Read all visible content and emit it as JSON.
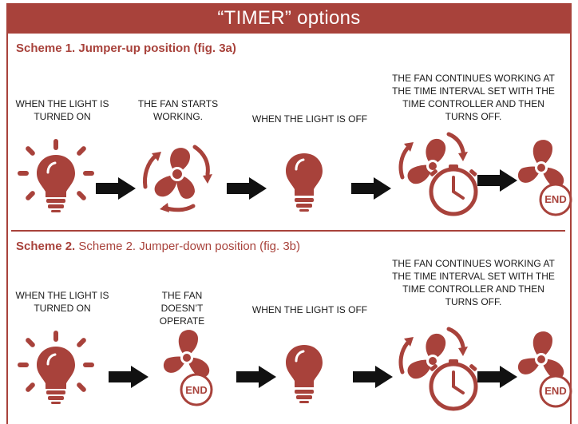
{
  "title": "“TIMER” options",
  "colors": {
    "accent": "#a8423b",
    "arrow": "#111111"
  },
  "scheme1": {
    "label": "Scheme 1. Jumper-up position (fig. 3a)",
    "steps": [
      {
        "caption": "WHEN THE LIGHT IS TURNED ON",
        "icon": "light-on-icon"
      },
      {
        "caption": "THE FAN STARTS WORKING.",
        "icon": "fan-rotating-icon"
      },
      {
        "caption": "WHEN THE LIGHT IS OFF",
        "icon": "light-off-icon"
      },
      {
        "caption": "THE FAN CONTINUES WORKING AT THE TIME INTERVAL SET WITH THE TIME CONTROLLER AND THEN TURNS OFF.",
        "icon": "fan-timer-icon"
      },
      {
        "caption": "",
        "icon": "fan-end-icon",
        "badge": "END"
      }
    ]
  },
  "scheme2": {
    "label_bold": "Scheme 2.",
    "label_rest": "Scheme 2. Jumper-down position (fig. 3b)",
    "steps": [
      {
        "caption": "WHEN THE LIGHT IS TURNED ON",
        "icon": "light-on-icon"
      },
      {
        "caption": "THE FAN DOESN’T OPERATE",
        "icon": "fan-end-icon",
        "badge": "END"
      },
      {
        "caption": "WHEN THE LIGHT IS OFF",
        "icon": "light-off-icon"
      },
      {
        "caption": "THE FAN CONTINUES WORKING AT THE TIME INTERVAL SET WITH THE TIME CONTROLLER AND THEN TURNS OFF.",
        "icon": "fan-timer-icon"
      },
      {
        "caption": "",
        "icon": "fan-end-icon",
        "badge": "END"
      }
    ]
  }
}
